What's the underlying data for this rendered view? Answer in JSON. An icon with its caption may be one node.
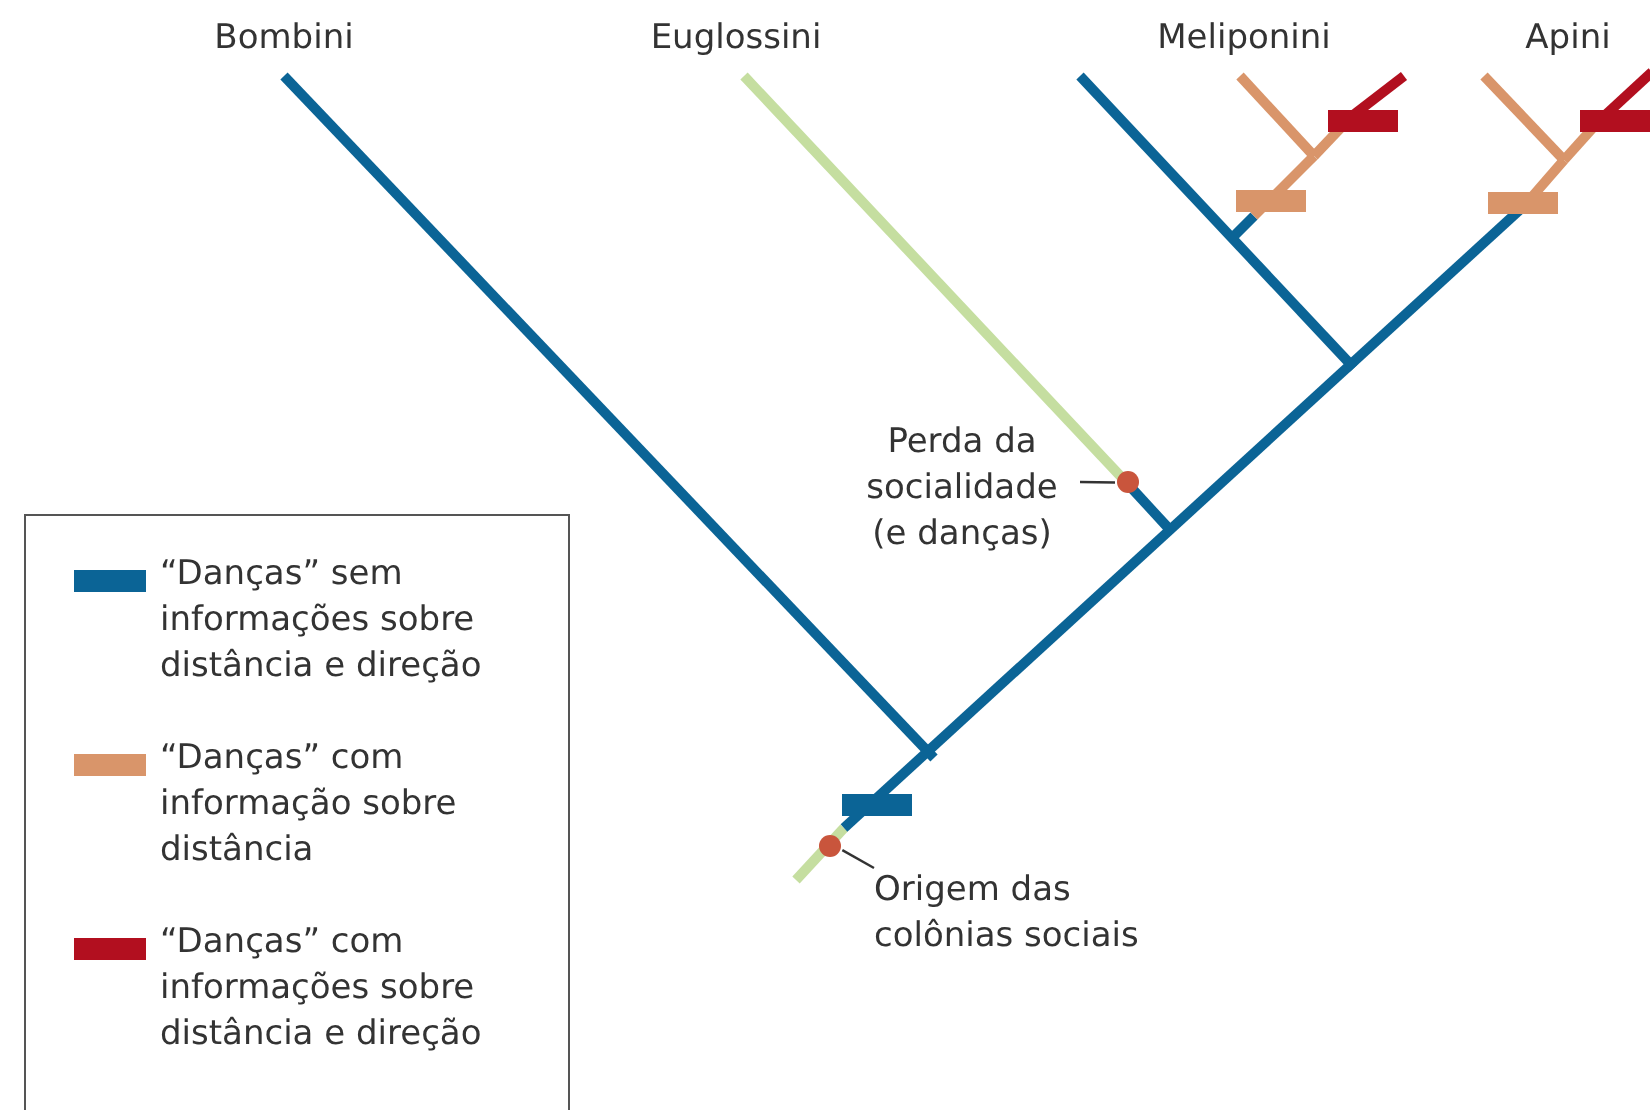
{
  "diagram": {
    "nodes": [
      {
        "text": [
          "Perda da socialidade (e danças)"
        ]
      },
      {
        "text": [],
        "shape": "circle"
      },
      {
        "text": [
          "Origem das colônias sociais"
        ]
      },
      {
        "text": [],
        "shape": "circle"
      }
    ],
    "edges": [
      {
        "from": 0,
        "to": 1,
        "arrow": "none"
      },
      {
        "from": 2,
        "to": 3,
        "arrow": "none"
      }
    ],
    "labels": [
      "Bombini",
      "Euglossini",
      "Meliponini",
      "Apini"
    ],
    "legend": [
      {
        "text": "“Danças” sem informações sobre distância e direção",
        "color": "#0b6496"
      },
      {
        "text": "“Danças” com informação sobre distância",
        "color": "#d9956a"
      },
      {
        "text": "“Danças” com informações sobre distância e direção",
        "color": "#b20f1f"
      }
    ]
  }
}
